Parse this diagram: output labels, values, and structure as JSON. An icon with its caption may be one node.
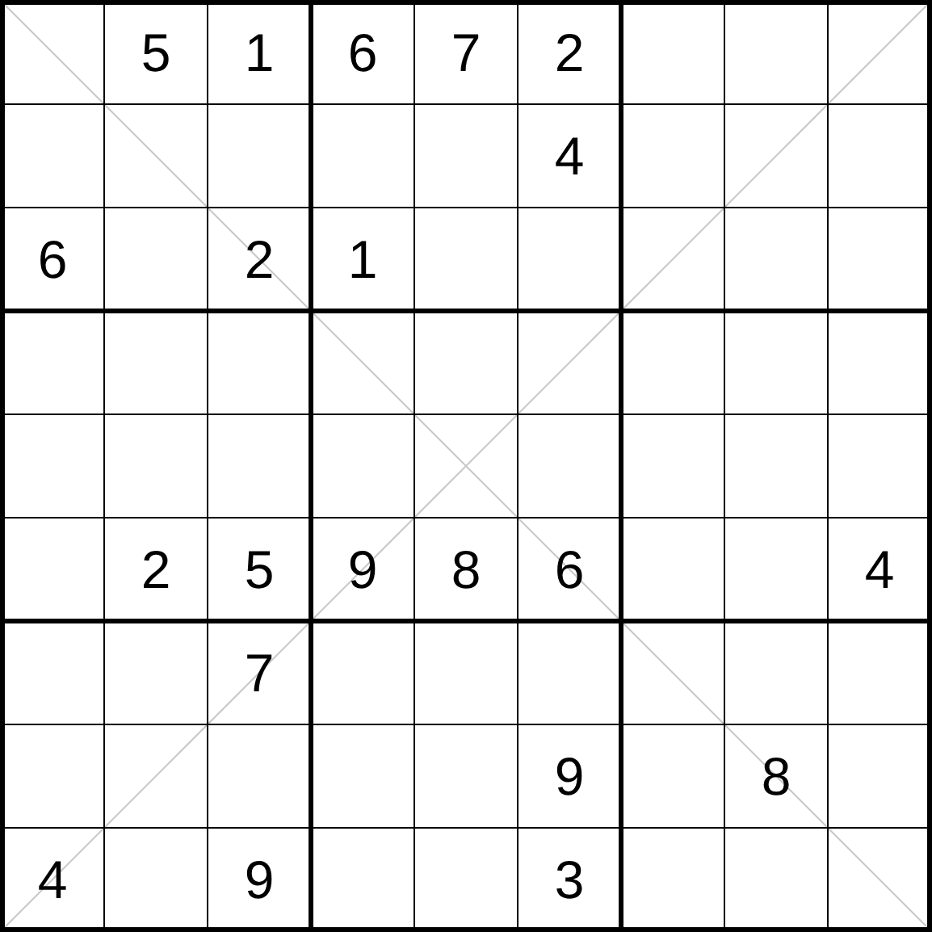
{
  "diagram": {
    "labels": [
      "5",
      "1",
      "6",
      "7",
      "2",
      "4",
      "6",
      "2",
      "1",
      "2",
      "5",
      "9",
      "8",
      "6",
      "4",
      "7",
      "9",
      "8",
      "4",
      "9",
      "3"
    ]
  }
}
